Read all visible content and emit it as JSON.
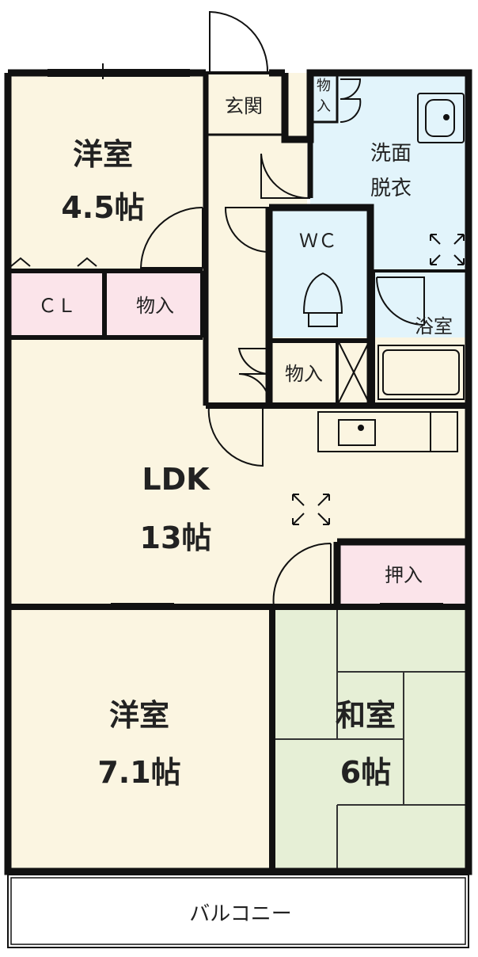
{
  "colors": {
    "room_cream": "#fbf5e1",
    "wet_blue": "#e2f4fb",
    "storage_pink": "#fbe4ea",
    "tatami_green": "#e6efd6",
    "wall": "#111111",
    "balcony": "#ffffff"
  },
  "rooms": {
    "western_small": {
      "name": "洋室",
      "size": "4.5帖"
    },
    "closet": {
      "name": "ＣＬ"
    },
    "storage_1": {
      "name": "物入"
    },
    "entrance": {
      "name": "玄関"
    },
    "storage_top": {
      "name_line1": "物",
      "name_line2": "入"
    },
    "washroom": {
      "name_line1": "洗面",
      "name_line2": "脱衣"
    },
    "toilet": {
      "name": "ＷＣ"
    },
    "bath": {
      "name": "浴室"
    },
    "storage_2": {
      "name": "物入"
    },
    "ldk": {
      "name": "LDK",
      "size": "13帖"
    },
    "oshiire": {
      "name": "押入"
    },
    "western_large": {
      "name": "洋室",
      "size": "7.1帖"
    },
    "japanese": {
      "name": "和室",
      "size": "6帖"
    },
    "balcony": {
      "name": "バルコニー"
    }
  },
  "icons": [
    "door-swing-icon",
    "sink-icon",
    "toilet-icon",
    "bathtub-icon",
    "kitchen-sink-icon",
    "ventilation-arrows-icon",
    "storage-x-icon"
  ]
}
